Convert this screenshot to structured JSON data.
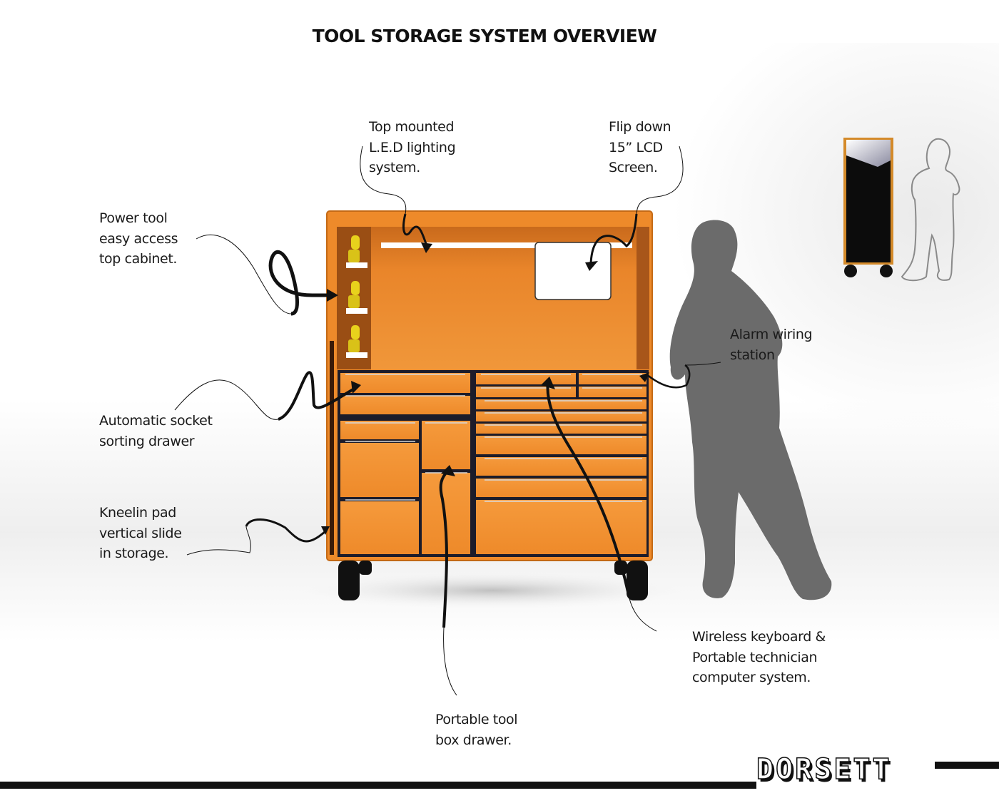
{
  "title": "TOOL STORAGE SYSTEM OVERVIEW",
  "callouts": {
    "power_tool": [
      "Power tool",
      "easy access",
      "top cabinet."
    ],
    "led": [
      "Top mounted",
      "L.E.D lighting",
      "system."
    ],
    "lcd": [
      "Flip down",
      "15” LCD",
      "Screen."
    ],
    "alarm": [
      "Alarm wiring",
      "station"
    ],
    "socket": [
      "Automatic socket",
      "sorting drawer"
    ],
    "kneeling": [
      "Kneelin pad",
      "vertical slide",
      "in storage."
    ],
    "wireless": [
      "Wireless keyboard &",
      "Portable technician",
      "computer system."
    ],
    "portable": [
      "Portable tool",
      "box drawer."
    ]
  },
  "logo": "DORSETT",
  "colors": {
    "cabinet_orange": "#EE8A2A",
    "cabinet_dark": "#B8611A",
    "drawer_frame": "#1c1c2a",
    "silhouette": "#6b6b6b",
    "power_tool_yellow": "#E8D21C",
    "arrow": "#111111"
  },
  "icons": {
    "callout_arrow": "curved-arrow-icon",
    "person": "person-silhouette-icon"
  }
}
